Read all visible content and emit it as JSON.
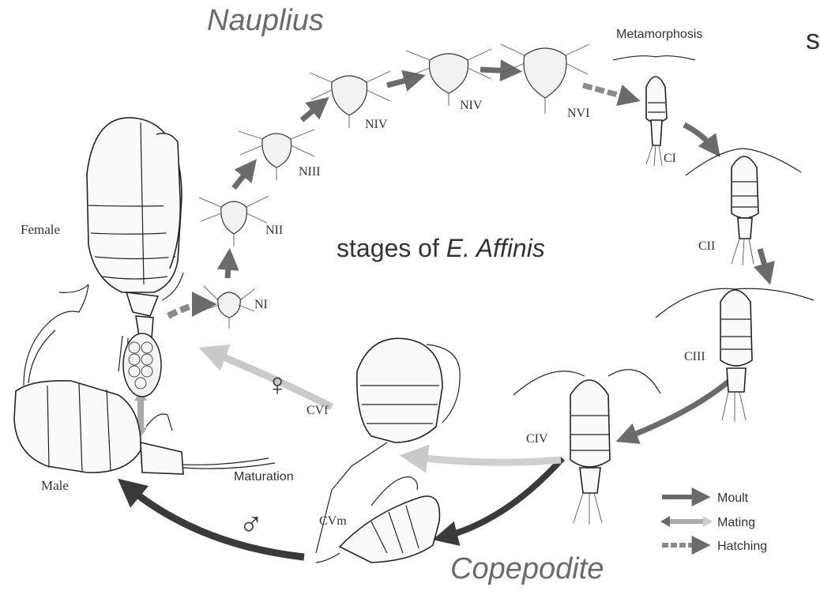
{
  "header": {
    "partial_fragment": "s.",
    "nauplius_title": "Nauplius",
    "copepodite_title": "Copepodite",
    "center_caption_prefix": "stages of ",
    "center_caption_species": "E. Affinis"
  },
  "stage_labels": {
    "n1": "NI",
    "n2": "NII",
    "n3": "NIII",
    "n4a": "NIV",
    "n4b": "NIV",
    "n6": "NVI",
    "c1": "CI",
    "c2": "CII",
    "c3": "CIII",
    "c4": "CIV",
    "cvf": "CVf",
    "cvm": "CVm"
  },
  "adult_labels": {
    "female": "Female",
    "male": "Male",
    "metamorphosis": "Metamorphosis",
    "maturation": "Maturation",
    "female_symbol": "♀",
    "male_symbol": "♂"
  },
  "legend": {
    "items": [
      {
        "label": "Moult",
        "style": "solid-dark"
      },
      {
        "label": "Mating",
        "style": "gradient-two-way"
      },
      {
        "label": "Hatching",
        "style": "dashed"
      }
    ]
  },
  "colors": {
    "arrow_dark": "#6b6b6b",
    "arrow_light": "#c9c9c9",
    "arrow_black": "#3a3a3a",
    "title_gray": "#6a6a6a"
  }
}
